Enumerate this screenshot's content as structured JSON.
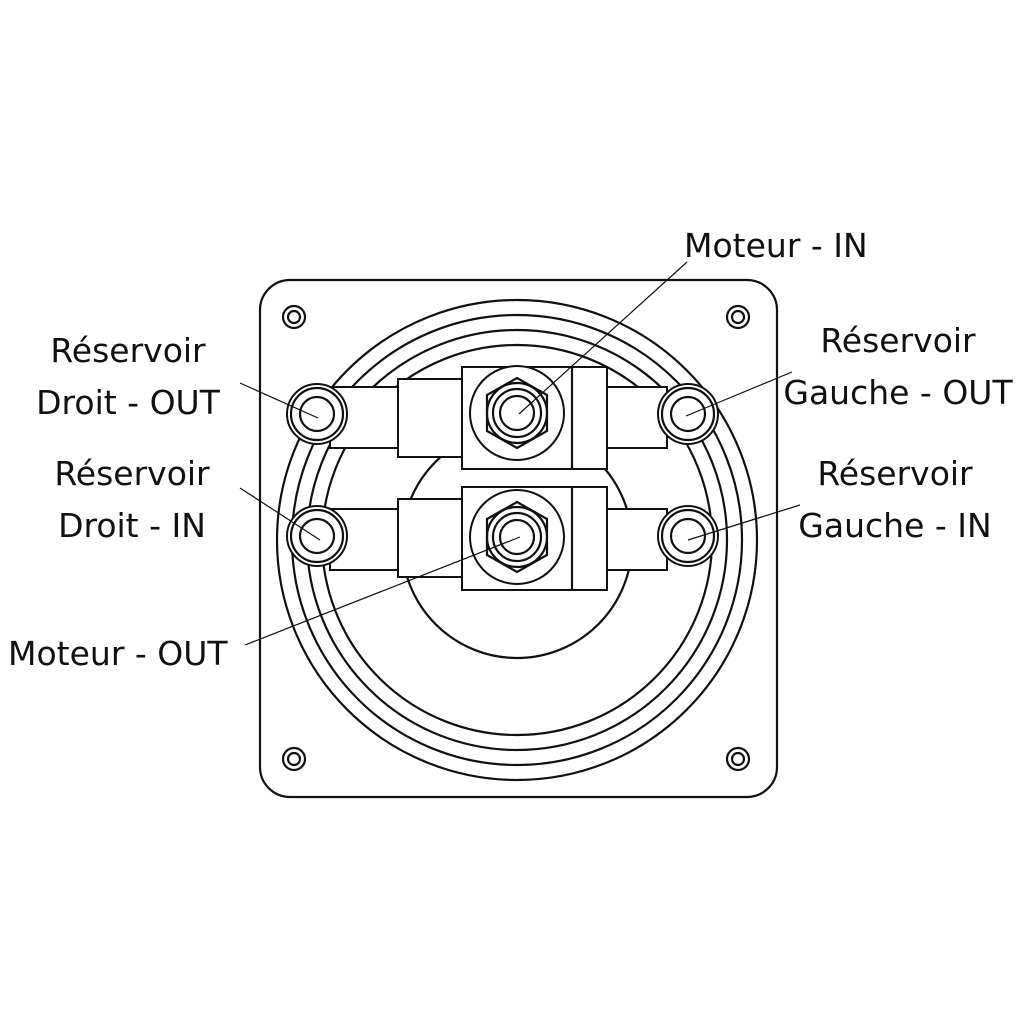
{
  "labels": {
    "moteur_in": "Moteur - IN",
    "moteur_out": "Moteur - OUT",
    "droit_out": [
      "Réservoir",
      "Droit - OUT"
    ],
    "droit_in": [
      "Réservoir",
      "Droit - IN"
    ],
    "gauche_out": [
      "Réservoir",
      "Gauche - OUT"
    ],
    "gauche_in": [
      "Réservoir",
      "Gauche - IN"
    ]
  }
}
